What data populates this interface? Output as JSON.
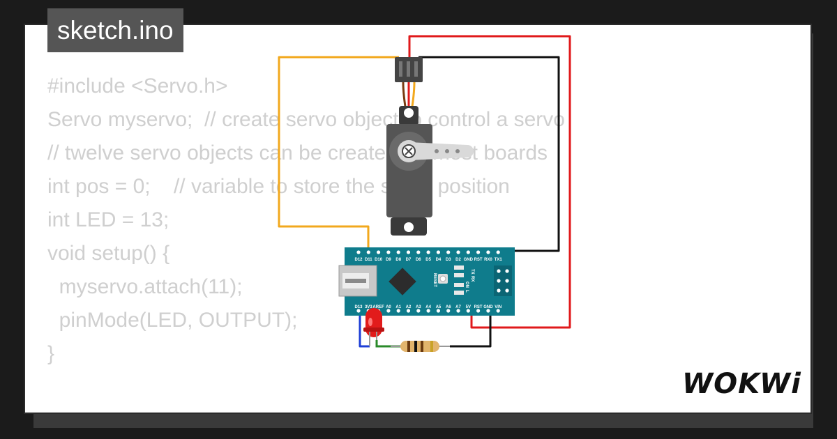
{
  "file_tab": {
    "label": "sketch.ino"
  },
  "code_lines": [
    "#include <Servo.h>",
    "",
    "Servo myservo;  // create servo object to control a servo",
    "// twelve servo objects can be created on most boards",
    "",
    "int pos = 0;    // variable to store the servo position",
    "int LED = 13;",
    "void setup() {",
    "  myservo.attach(11);",
    "  pinMode(LED, OUTPUT);",
    "}"
  ],
  "brand": {
    "logo": "WOKWi"
  },
  "board": {
    "top_pins": [
      "D12",
      "D11",
      "D10",
      "D9",
      "D8",
      "D7",
      "D6",
      "D5",
      "D4",
      "D3",
      "D2",
      "GND",
      "RST",
      "RX0",
      "TX1"
    ],
    "bottom_pins": [
      "D13",
      "3V3",
      "AREF",
      "A0",
      "A1",
      "A2",
      "A3",
      "A4",
      "A5",
      "A6",
      "A7",
      "5V",
      "RST",
      "GND",
      "VIN"
    ],
    "reset_label": "RESET",
    "side_labels": [
      "TX",
      "RX",
      "ON",
      "L"
    ],
    "color": "#0f7c8c"
  },
  "wire_colors": {
    "signal": "#f2a81d",
    "power": "#e0191b",
    "ground": "#111111",
    "led": "#1e3fd6"
  }
}
